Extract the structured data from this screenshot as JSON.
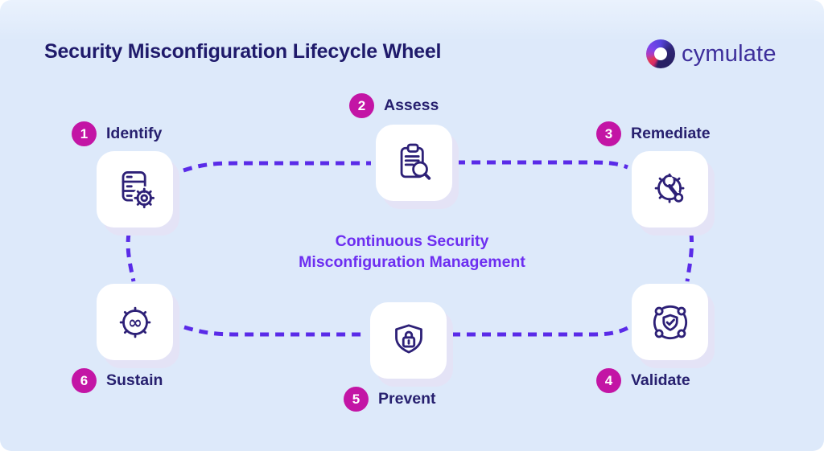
{
  "header": {
    "title": "Security Misconfiguration Lifecycle Wheel",
    "brand": "cymulate"
  },
  "center_label": {
    "line1": "Continuous Security",
    "line2": "Misconfiguration Management"
  },
  "steps": [
    {
      "number": "1",
      "label": "Identify",
      "icon": "server-gear-icon"
    },
    {
      "number": "2",
      "label": "Assess",
      "icon": "clipboard-search-icon"
    },
    {
      "number": "3",
      "label": "Remediate",
      "icon": "gear-wrench-icon"
    },
    {
      "number": "4",
      "label": "Validate",
      "icon": "shield-check-orbit-icon"
    },
    {
      "number": "5",
      "label": "Prevent",
      "icon": "shield-lock-icon"
    },
    {
      "number": "6",
      "label": "Sustain",
      "icon": "gear-infinity-icon"
    }
  ],
  "glyphs": {
    "infinity": "∞"
  },
  "colors": {
    "background": "#dde9fa",
    "card": "#ffffff",
    "badge": "#c315a5",
    "title_text": "#1f1a6b",
    "label_text": "#27206f",
    "center_text": "#6d2ef1",
    "connector": "#5a2be8",
    "icon_stroke": "#2d2077",
    "brand_text": "#3d2e9b"
  }
}
